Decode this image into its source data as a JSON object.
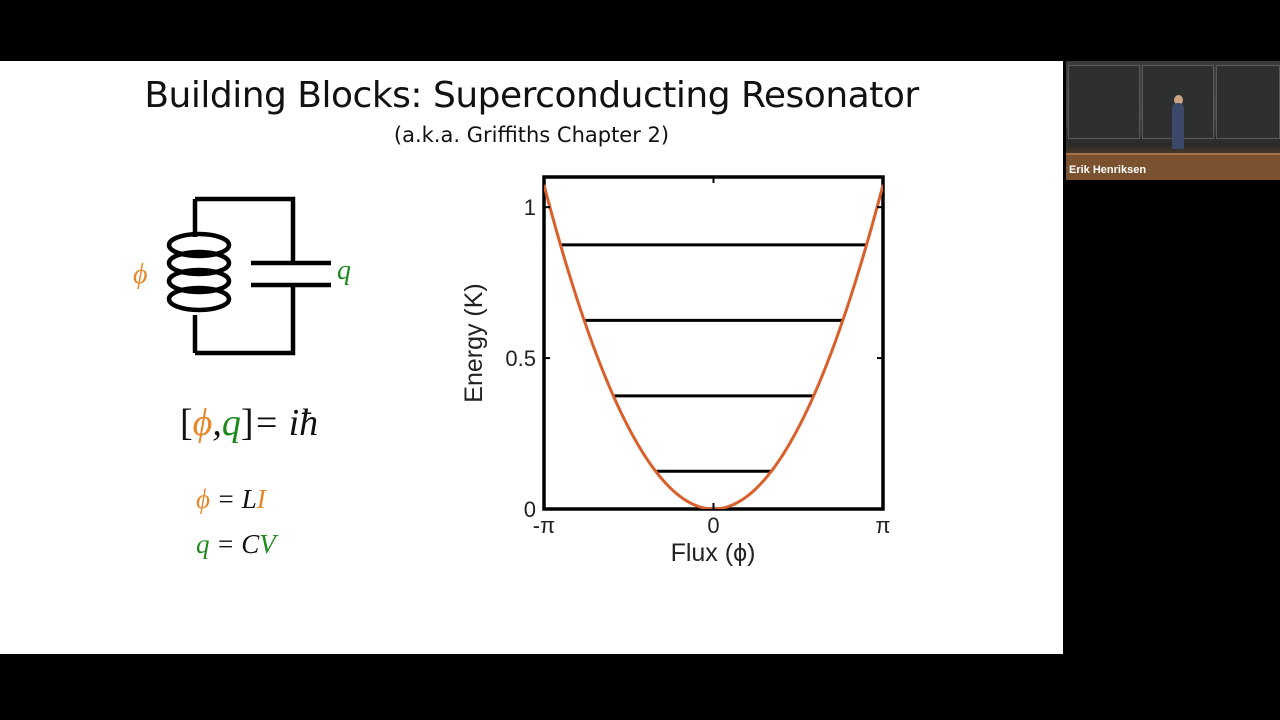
{
  "slide": {
    "title": "Building Blocks: Superconducting Resonator",
    "subtitle": "(a.k.a. Griffiths Chapter 2)"
  },
  "circuit": {
    "phi_label": "ϕ",
    "q_label": "q"
  },
  "equations": {
    "commutator": {
      "open": "[",
      "phi": "ϕ",
      "comma": ",",
      "q": "q",
      "close": "]",
      "rhs": "= iħ"
    },
    "eq1": {
      "lhs": "ϕ",
      "rhs_prefix": "= L",
      "rhs_var": "I"
    },
    "eq2": {
      "lhs": "q",
      "rhs_prefix": "= C",
      "rhs_var": "V"
    }
  },
  "webcam": {
    "name": "Erik Henriksen"
  },
  "colors": {
    "orange": "#e8862a",
    "green": "#1f8a1f",
    "curve": "#d9602c"
  },
  "chart_data": {
    "type": "line",
    "xlabel": "Flux (ϕ)",
    "ylabel": "Energy (K)",
    "xlim": [
      -3.14159,
      3.14159
    ],
    "ylim": [
      0,
      1.1
    ],
    "x_ticks": [
      {
        "value": -3.14159,
        "label": "-π"
      },
      {
        "value": 0,
        "label": "0"
      },
      {
        "value": 3.14159,
        "label": "π"
      }
    ],
    "y_ticks": [
      {
        "value": 0,
        "label": "0"
      },
      {
        "value": 0.5,
        "label": "0.5"
      },
      {
        "value": 1,
        "label": "1"
      }
    ],
    "curve": {
      "kind": "parabola",
      "a": 0.1088,
      "color": "#d9602c"
    },
    "energy_levels": [
      0.125,
      0.375,
      0.625,
      0.875
    ]
  }
}
